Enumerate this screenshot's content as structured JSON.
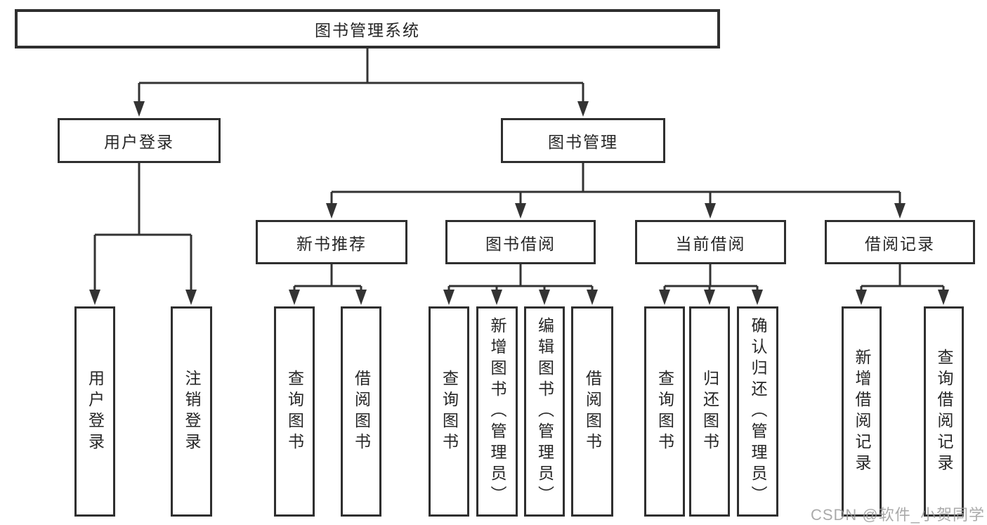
{
  "diagram": {
    "root": {
      "label": "图书管理系统"
    },
    "branches": [
      {
        "label": "用户登录",
        "children": [
          {
            "label": "用户登录"
          },
          {
            "label": "注销登录"
          }
        ]
      },
      {
        "label": "图书管理",
        "children": [
          {
            "label": "新书推荐",
            "children": [
              {
                "label": "查询图书"
              },
              {
                "label": "借阅图书"
              }
            ]
          },
          {
            "label": "图书借阅",
            "children": [
              {
                "label": "查询图书"
              },
              {
                "label": "新增图书（管理员）"
              },
              {
                "label": "编辑图书（管理员）"
              },
              {
                "label": "借阅图书"
              }
            ]
          },
          {
            "label": "当前借阅",
            "children": [
              {
                "label": "查询图书"
              },
              {
                "label": "归还图书"
              },
              {
                "label": "确认归还（管理员）"
              }
            ]
          },
          {
            "label": "借阅记录",
            "children": [
              {
                "label": "新增借阅记录"
              },
              {
                "label": "查询借阅记录"
              }
            ]
          }
        ]
      }
    ]
  },
  "watermark": {
    "text": "CSDN @软件_小贺同学"
  },
  "colors": {
    "line": "#333333",
    "border": "#2f2f2f",
    "text": "#262626",
    "background": "#ffffff",
    "watermark": "#9b9b9b"
  }
}
